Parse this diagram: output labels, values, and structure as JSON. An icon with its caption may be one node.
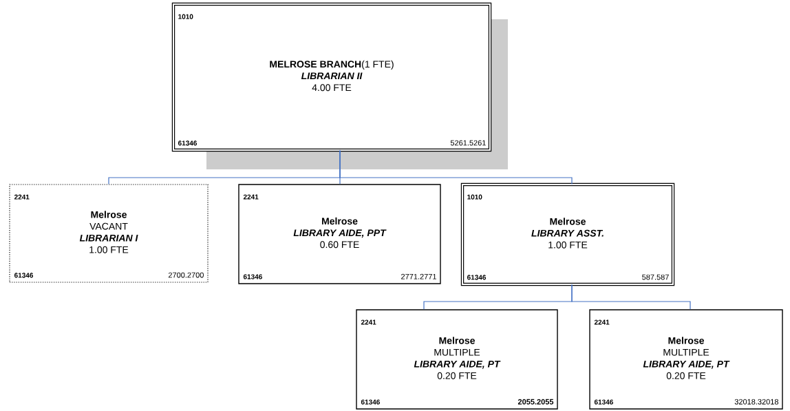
{
  "diagram": {
    "nodes": [
      {
        "text": [
          "1010",
          "**MELROSE BRANCH**(1 FTE)",
          "LIBRARIAN II",
          "4.00 FTE",
          "61346",
          "5261.5261"
        ]
      },
      {
        "text": [
          "2241",
          "Melrose",
          "VACANT",
          "LIBRARIAN I",
          "1.00 FTE",
          "61346",
          "2700.2700"
        ]
      },
      {
        "text": [
          "2241",
          "Melrose",
          "LIBRARY AIDE, PPT",
          "0.60 FTE",
          "61346",
          "2771.2771"
        ]
      },
      {
        "text": [
          "1010",
          "Melrose",
          "LIBRARY ASST.",
          "1.00 FTE",
          "61346",
          "587.587"
        ]
      },
      {
        "text": [
          "2241",
          "Melrose",
          "MULTIPLE",
          "LIBRARY AIDE, PT",
          "0.20 FTE",
          "61346",
          "2055.2055"
        ]
      },
      {
        "text": [
          "2241",
          "Melrose",
          "MULTIPLE",
          "LIBRARY AIDE, PT",
          "0.20 FTE",
          "61346",
          "32018.32018"
        ]
      }
    ],
    "edges": [
      {
        "from": 0,
        "to": 1,
        "arrow": "none"
      },
      {
        "from": 0,
        "to": 2,
        "arrow": "none"
      },
      {
        "from": 0,
        "to": 3,
        "arrow": "none"
      },
      {
        "from": 3,
        "to": 4,
        "arrow": "none"
      },
      {
        "from": 3,
        "to": 5,
        "arrow": "none"
      }
    ]
  }
}
